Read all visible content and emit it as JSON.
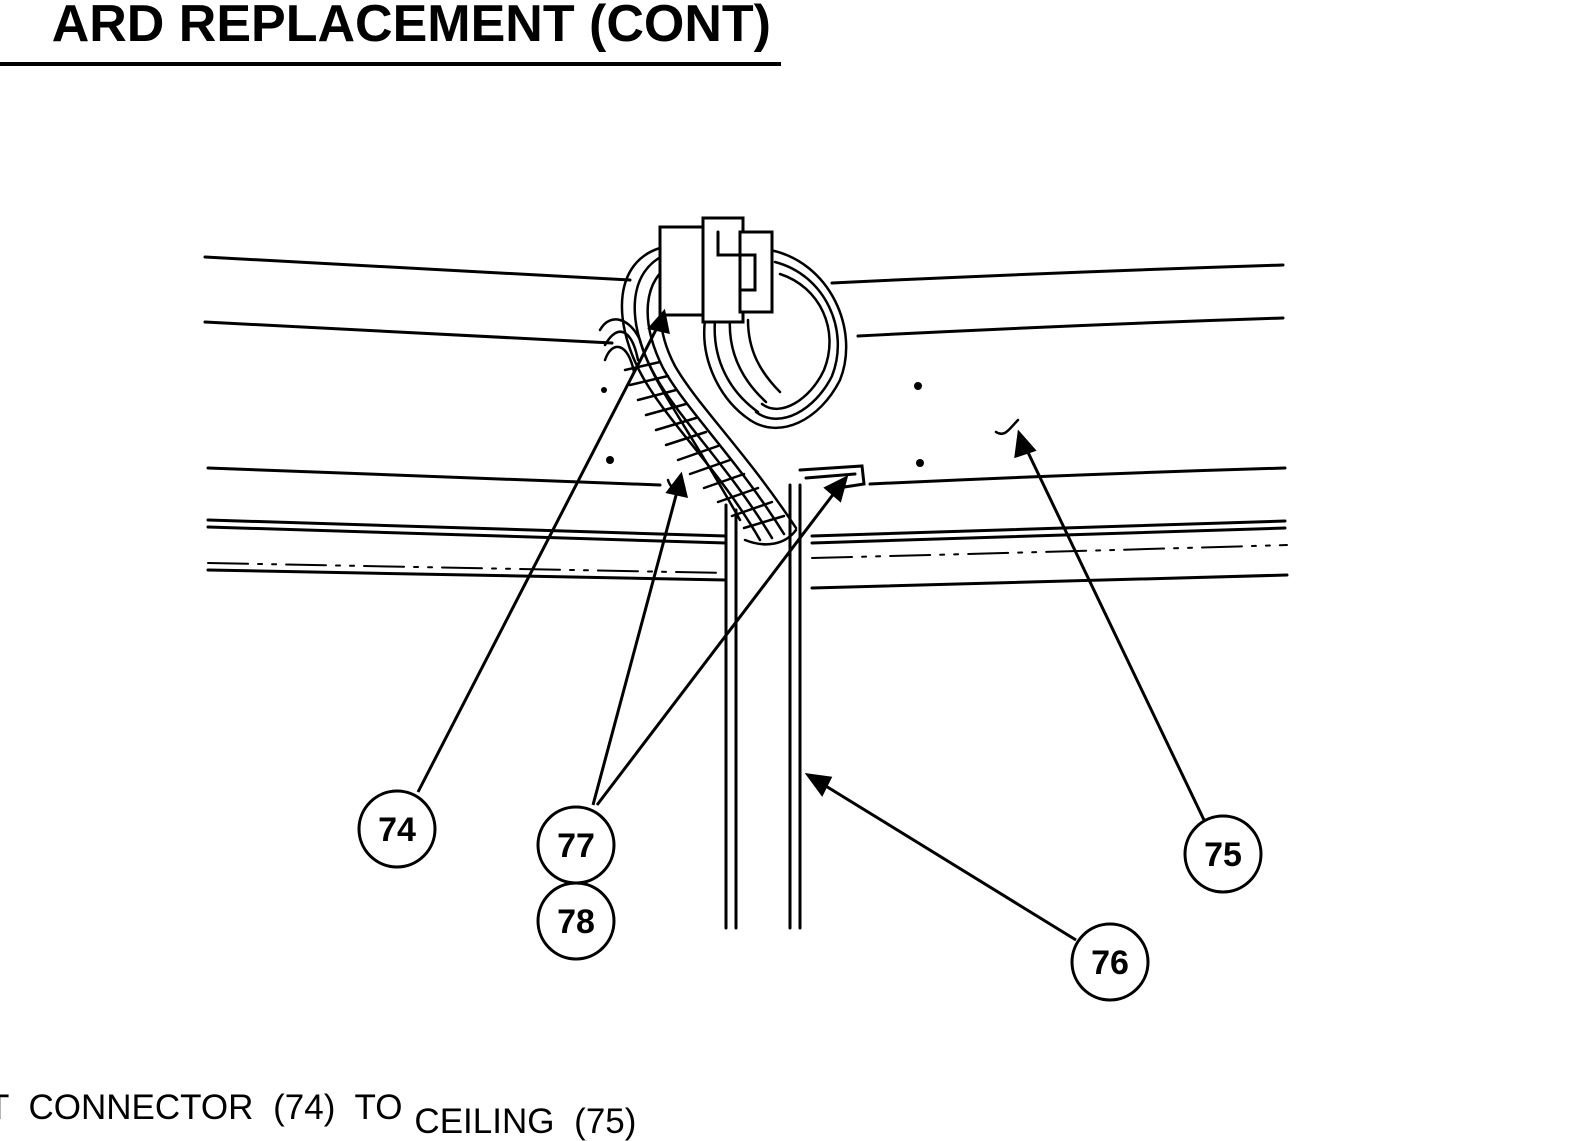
{
  "header": {
    "title": "ARD REPLACEMENT (CONT)"
  },
  "callouts": {
    "c74": "74",
    "c75": "75",
    "c76": "76",
    "c77": "77",
    "c78": "78"
  },
  "step": {
    "part1": "T CONNECTOR (74) TO",
    "part2": "CEILING (75)"
  }
}
